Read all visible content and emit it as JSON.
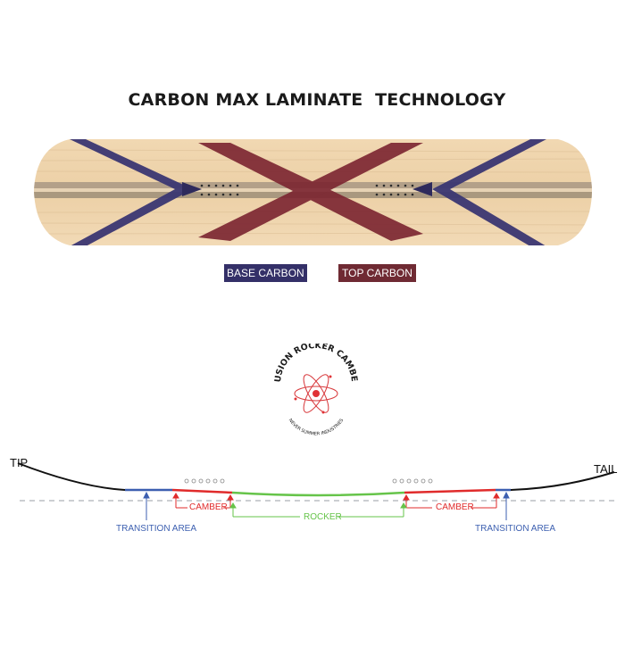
{
  "title": "CARBON MAX LAMINATE  TECHNOLOGY",
  "legend": {
    "base_carbon": "BASE CARBON",
    "top_carbon": "TOP CARBON"
  },
  "logo": {
    "arc_text": "FUSION ROCKER CAMBER",
    "sub_text": "NEVER SUMMER INDUSTRIES"
  },
  "profile": {
    "tip": "TIP",
    "tail": "TAIL",
    "camber_left": "CAMBER",
    "camber_right": "CAMBER",
    "rocker": "ROCKER",
    "transition_left": "TRANSITION AREA",
    "transition_right": "TRANSITION AREA"
  },
  "colors": {
    "base_carbon": "#343068",
    "top_carbon": "#6f2a33",
    "camber": "#e02b2b",
    "rocker": "#66c44a",
    "transition": "#3c5fb0"
  }
}
